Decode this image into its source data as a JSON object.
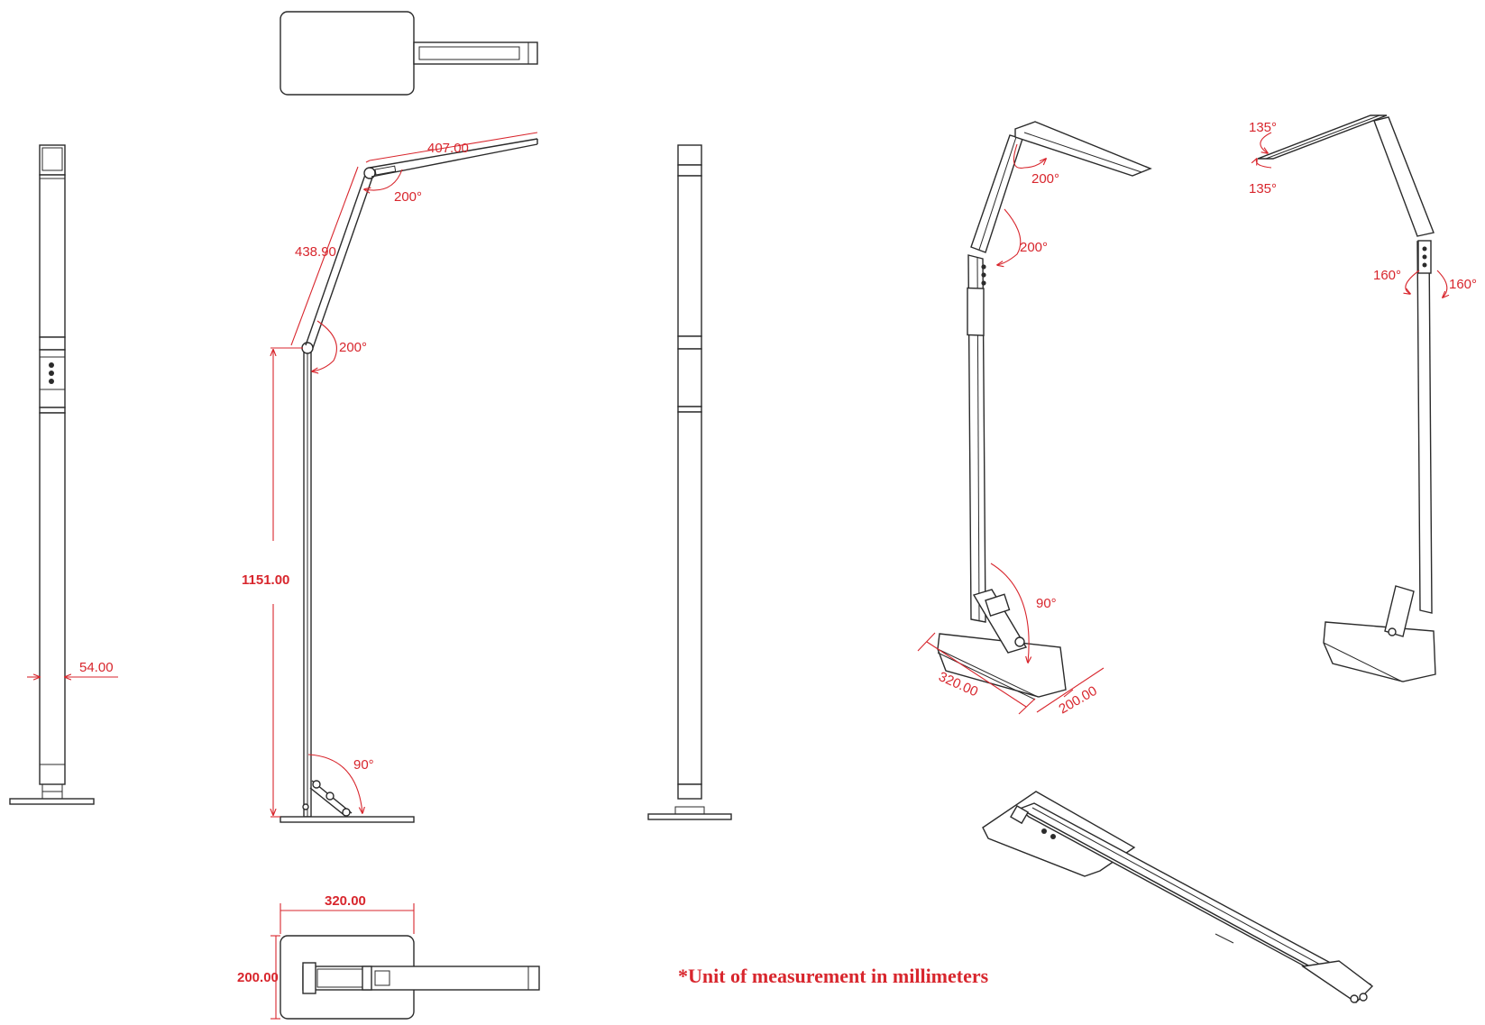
{
  "dimensions": {
    "arm_length": "407.00",
    "upper_arm_length": "438.90",
    "pole_height": "1151.00",
    "pole_width": "54.00",
    "base_length_front": "320.00",
    "base_width_front": "200.00",
    "base_length_iso": "320.00",
    "base_width_iso": "200.00"
  },
  "angles": {
    "head_joint": "200°",
    "elbow_joint": "200°",
    "base_joint": "90°",
    "iso_head": "200°",
    "iso_elbow": "200°",
    "iso_base": "90°",
    "rot_head_up": "135°",
    "rot_head_down": "135°",
    "rot_pole_left": "160°",
    "rot_pole_right": "160°"
  },
  "note": "*Unit of measurement in millimeters",
  "colors": {
    "dimension": "#d8262d",
    "line": "#2b2b2b"
  }
}
